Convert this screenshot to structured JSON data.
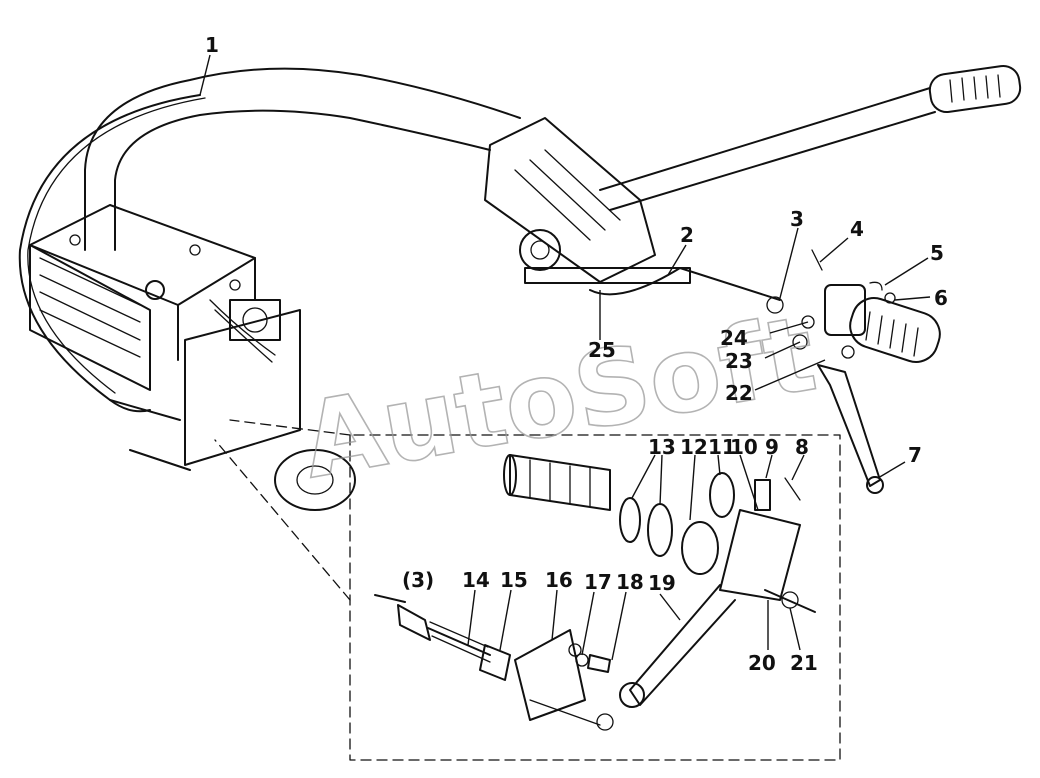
{
  "watermark": "AutoSoft",
  "labels": {
    "l1": "1",
    "l2": "2",
    "l3": "3",
    "l4": "4",
    "l5": "5",
    "l6": "6",
    "l7": "7",
    "l8": "8",
    "l9": "9",
    "l10": "10",
    "l11": "11",
    "l12": "12",
    "l13": "13",
    "l3p": "(3)",
    "l14": "14",
    "l15": "15",
    "l16": "16",
    "l17": "17",
    "l18": "18",
    "l19": "19",
    "l20": "20",
    "l21": "21",
    "l22": "22",
    "l23": "23",
    "l24": "24",
    "l25": "25"
  }
}
